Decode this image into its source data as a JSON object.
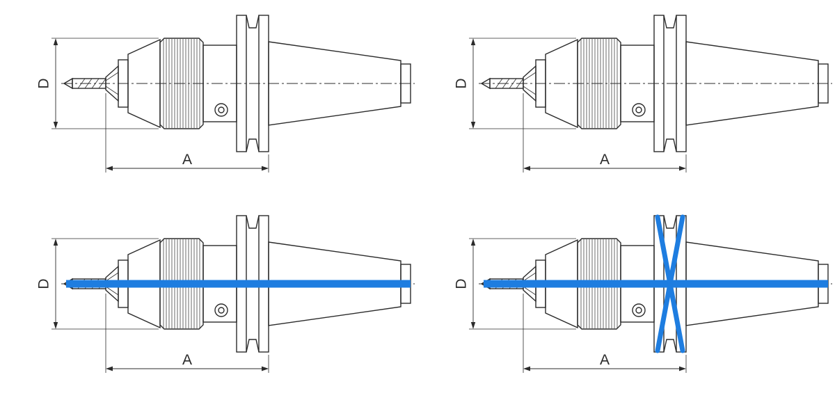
{
  "diagram": {
    "line_color": "#2b2b2b",
    "highlight_color": "#1e7de0",
    "panels": [
      {
        "position": "top-left",
        "dim_vertical": "D",
        "dim_horizontal": "A",
        "highlight": "none"
      },
      {
        "position": "top-right",
        "dim_vertical": "D",
        "dim_horizontal": "A",
        "highlight": "none"
      },
      {
        "position": "bottom-left",
        "dim_vertical": "D",
        "dim_horizontal": "A",
        "highlight": "centerline-bar"
      },
      {
        "position": "bottom-right",
        "dim_vertical": "D",
        "dim_horizontal": "A",
        "highlight": "centerline-bar-and-flange-cross"
      }
    ]
  }
}
